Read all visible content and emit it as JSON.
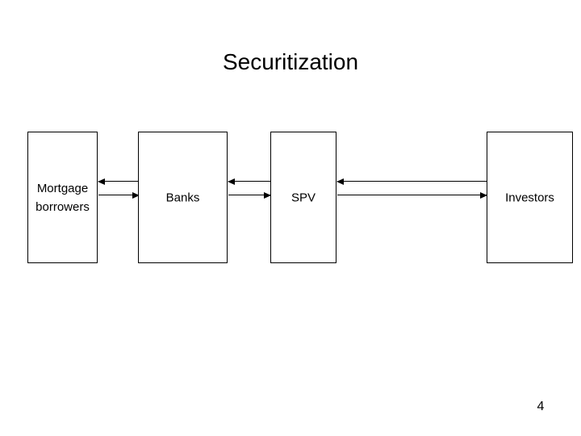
{
  "slide": {
    "title": "Securitization",
    "page_number": "4",
    "background_color": "#ffffff",
    "line_color": "#000000",
    "text_color": "#000000"
  },
  "diagram": {
    "type": "flow-diagram",
    "orientation": "horizontal",
    "nodes": [
      {
        "id": "borrowers",
        "label": "Mortgage borrowers"
      },
      {
        "id": "banks",
        "label": "Banks"
      },
      {
        "id": "spv",
        "label": "SPV"
      },
      {
        "id": "investors",
        "label": "Investors"
      }
    ],
    "arrows": [
      {
        "id": "banks-to-borrowers",
        "from": "banks",
        "to": "borrowers",
        "direction": "left",
        "row": "top"
      },
      {
        "id": "borrowers-to-banks",
        "from": "borrowers",
        "to": "banks",
        "direction": "right",
        "row": "bottom"
      },
      {
        "id": "spv-to-banks",
        "from": "spv",
        "to": "banks",
        "direction": "left",
        "row": "top"
      },
      {
        "id": "banks-to-spv",
        "from": "banks",
        "to": "spv",
        "direction": "right",
        "row": "bottom"
      },
      {
        "id": "investors-to-spv",
        "from": "investors",
        "to": "spv",
        "direction": "left",
        "row": "top"
      },
      {
        "id": "spv-to-investors",
        "from": "spv",
        "to": "investors",
        "direction": "right",
        "row": "bottom"
      }
    ]
  }
}
